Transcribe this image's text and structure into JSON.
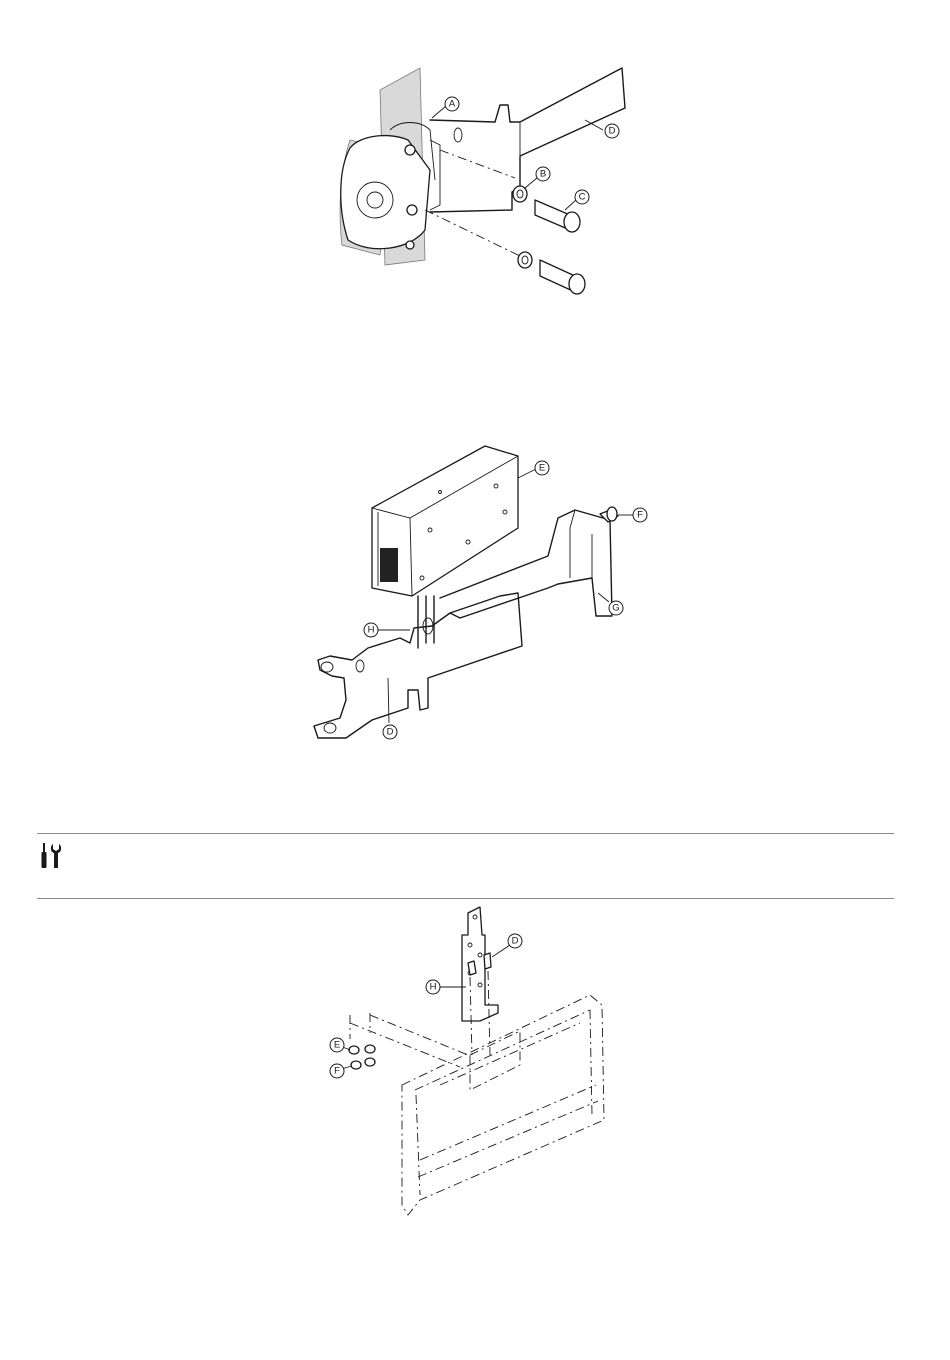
{
  "figure1": {
    "callouts": [
      "A",
      "B",
      "C",
      "D"
    ]
  },
  "figure2": {
    "callouts": [
      "E",
      "F",
      "G",
      "H",
      "D"
    ]
  },
  "tools_section": {
    "icon": "screwdriver-wrench-icon"
  },
  "figure3": {
    "callouts": [
      "D",
      "H",
      "E",
      "F"
    ]
  }
}
